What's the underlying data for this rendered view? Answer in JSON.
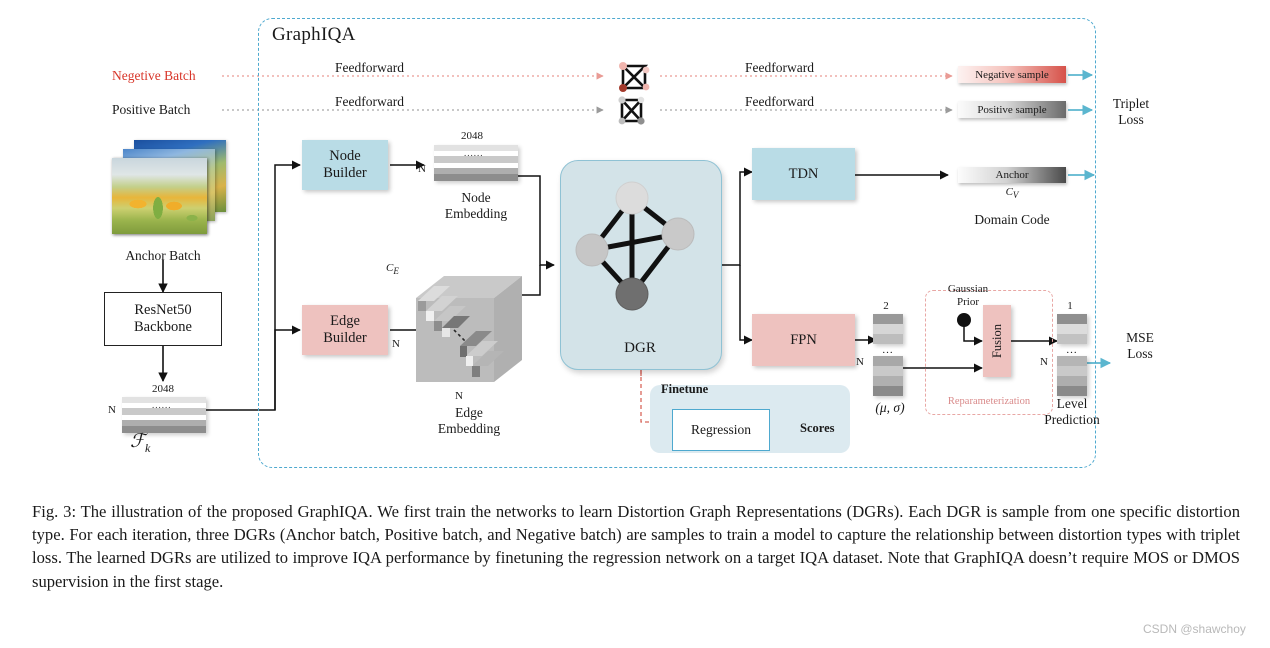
{
  "figure": {
    "container_title": "GraphIQA",
    "accent_blue": "#4ea9cf",
    "accent_pink": "#eec2bf",
    "accent_red": "#d8362a"
  },
  "left": {
    "negative_batch": "Negetive Batch",
    "positive_batch": "Positive Batch",
    "anchor_batch": "Anchor Batch",
    "backbone": "ResNet50\nBackbone",
    "backbone_line1": "ResNet50",
    "backbone_line2": "Backbone",
    "feature_dim": "2048",
    "feature_n": "N",
    "feature_dots": "......",
    "feature_symbol": "ℱ",
    "feature_subscript": "k"
  },
  "feedforward": {
    "top_label": "Feedforward",
    "bottom_label": "Feedforward",
    "top_right_label": "Feedforward",
    "bottom_right_label": "Feedforward"
  },
  "builders": {
    "node_builder_line1": "Node",
    "node_builder_line2": "Builder",
    "edge_builder_line1": "Edge",
    "edge_builder_line2": "Builder"
  },
  "embeddings": {
    "node_dim": "2048",
    "node_n": "N",
    "node_dots": "......",
    "node_caption_line1": "Node",
    "node_caption_line2": "Embedding",
    "edge_channels": "C",
    "edge_channels_sub": "E",
    "edge_n_left": "N",
    "edge_n_bottom": "N",
    "edge_caption_line1": "Edge",
    "edge_caption_line2": "Embedding"
  },
  "dgr": {
    "label": "DGR"
  },
  "branches": {
    "tdn": "TDN",
    "fpn": "FPN"
  },
  "triplet": {
    "negative_sample": "Negative sample",
    "positive_sample": "Positive sample",
    "loss_line1": "Triplet",
    "loss_line2": "Loss"
  },
  "domain_code": {
    "anchor": "Anchor",
    "symbol": "C",
    "symbol_sub": "V",
    "caption": "Domain Code"
  },
  "fpn_output": {
    "dim": "2",
    "n": "N",
    "dots": "...",
    "mu_sigma": "(μ, σ)"
  },
  "reparameterization": {
    "gaussian_line1": "Gaussian",
    "gaussian_line2": "Prior",
    "fusion": "Fusion",
    "label": "Reparameterization"
  },
  "level_prediction": {
    "dim": "1",
    "n": "N",
    "dots": "...",
    "caption_line1": "Level",
    "caption_line2": "Prediction",
    "mse_line1": "MSE",
    "mse_line2": "Loss"
  },
  "finetune": {
    "title": "Finetune",
    "regression": "Regression",
    "scores": "Scores"
  },
  "caption": {
    "text": "Fig. 3: The illustration of the proposed GraphIQA. We first train the networks to learn Distortion Graph Representations (DGRs). Each DGR is sample from one specific distortion type. For each iteration, three DGRs (Anchor batch, Positive batch, and Negative batch) are samples to train a model to capture the relationship between distortion types with triplet loss. The learned DGRs are utilized to improve IQA performance by finetuning the regression network on a target IQA dataset. Note that GraphIQA doesn’t require MOS or DMOS supervision in the first stage."
  },
  "watermark": {
    "text": "CSDN @shawchoy"
  }
}
